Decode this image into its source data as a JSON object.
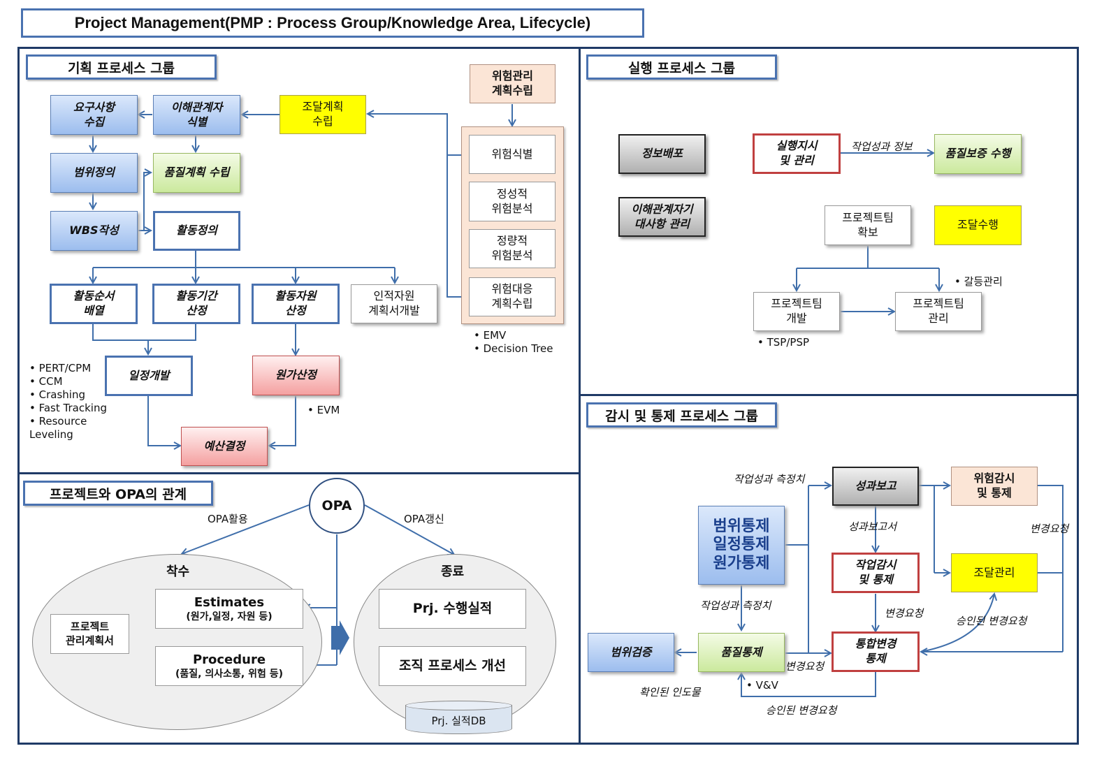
{
  "title": "Project Management(PMP : Process Group/Knowledge Area, Lifecycle)",
  "planning": {
    "section_title": "기획 프로세스 그룹",
    "requirements": "요구사항\n수집",
    "stakeholder_id": "이해관계자\n식별",
    "procurement_plan": "조달계획\n수립",
    "risk_plan": "위험관리\n계획수립",
    "scope": "범위정의",
    "quality_plan": "품질계획 수립",
    "wbs": "WBS작성",
    "activity_def": "활동정의",
    "risk_steps": [
      "위험식별",
      "정성적\n위험분석",
      "정량적\n위험분석",
      "위험대응\n계획수립"
    ],
    "risk_notes": "• EMV\n• Decision Tree",
    "seq": "활동순서\n배열",
    "duration": "활동기간\n산정",
    "resource": "활동자원\n산정",
    "hr_plan": "인적자원\n계획서개발",
    "schedule": "일정개발",
    "cost": "원가산정",
    "budget": "예산결정",
    "schedule_notes": "• PERT/CPM\n• CCM\n• Crashing\n• Fast Tracking\n• Resource\n   Leveling",
    "cost_notes": "• EVM"
  },
  "opa": {
    "section_title": "프로젝트와 OPA의 관계",
    "center": "OPA",
    "use_label": "OPA활용",
    "update_label": "OPA갱신",
    "initiation": "착수",
    "closing": "종료",
    "pm_plan": "프로젝트\n관리계획서",
    "estimates_title": "Estimates",
    "estimates_sub": "(원가,일정, 자원 등)",
    "procedure_title": "Procedure",
    "procedure_sub": "(품질, 의사소통, 위험 등)",
    "performance": "Prj. 수행실적",
    "improvement": "조직 프로세스 개선",
    "db": "Prj. 실적DB"
  },
  "execution": {
    "section_title": "실행 프로세스 그룹",
    "info_dist": "정보배포",
    "stakeholder_mgmt": "이해관계자기\n대사항 관리",
    "direct": "실행지시\n및 관리",
    "work_info": "작업성과 정보",
    "qa": "품질보증 수행",
    "acquire_team": "프로젝트팀\n확보",
    "procurement": "조달수행",
    "develop_team": "프로젝트팀\n개발",
    "manage_team": "프로젝트팀\n관리",
    "conflict_note": "• 갈등관리",
    "tsp_note": "• TSP/PSP"
  },
  "monitoring": {
    "section_title": "감시 및 통제 프로세스 그룹",
    "perf_report": "성과보고",
    "risk_monitor": "위험감시\n및 통제",
    "controls": "범위통제\n일정통제\n원가통제",
    "work_monitor": "작업감시\n및 통제",
    "proc_admin": "조달관리",
    "scope_verify": "범위검증",
    "quality_control": "품질통제",
    "change_control": "통합변경\n통제",
    "lbl_measure_top": "작업성과 측정치",
    "lbl_measure_mid": "작업성과 측정치",
    "lbl_report": "성과보고서",
    "lbl_change_req_right": "변경요청",
    "lbl_change_req_mid": "변경요청",
    "lbl_change_req_bottom": "변경요청",
    "lbl_approved_right": "승인된 변경요청",
    "lbl_approved_bottom": "승인된 변경요청",
    "lbl_verified": "확인된 인도물",
    "vv_note": "• V&V"
  }
}
